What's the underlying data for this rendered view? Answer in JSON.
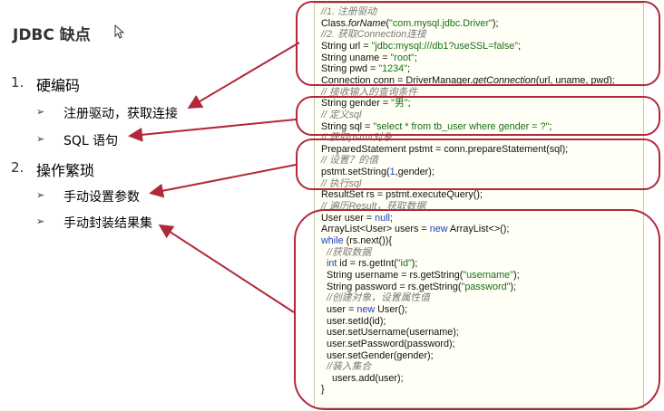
{
  "slide": {
    "title": "JDBC 缺点",
    "outline": [
      {
        "num": "1.",
        "label": "硬编码",
        "children": [
          "注册驱动，获取连接",
          "SQL 语句"
        ]
      },
      {
        "num": "2.",
        "label": "操作繁琐",
        "children": [
          "手动设置参数",
          "手动封装结果集"
        ]
      }
    ],
    "bullet_symbol": "➢"
  },
  "code": {
    "lines": [
      [
        {
          "t": "//1. 注册驱动",
          "c": "comment"
        }
      ],
      [
        {
          "t": "Class."
        },
        {
          "t": "forName",
          "c": "it"
        },
        {
          "t": "("
        },
        {
          "t": "\"com.mysql.jdbc.Driver\"",
          "c": "str"
        },
        {
          "t": ");"
        }
      ],
      [
        {
          "t": "//2. 获取Connection连接",
          "c": "comment"
        }
      ],
      [
        {
          "t": "String url = "
        },
        {
          "t": "\"jdbc:mysql:///db1?useSSL=false\"",
          "c": "str"
        },
        {
          "t": ";"
        }
      ],
      [
        {
          "t": "String uname = "
        },
        {
          "t": "\"root\"",
          "c": "str"
        },
        {
          "t": ";"
        }
      ],
      [
        {
          "t": "String pwd = "
        },
        {
          "t": "\"1234\"",
          "c": "str"
        },
        {
          "t": ";"
        }
      ],
      [
        {
          "t": "Connection conn = DriverManager."
        },
        {
          "t": "getConnection",
          "c": "it"
        },
        {
          "t": "(url, uname, pwd);"
        }
      ],
      [
        {
          "t": "// 接收输入的查询条件",
          "c": "comment"
        }
      ],
      [
        {
          "t": "String gender = "
        },
        {
          "t": "\"男\"",
          "c": "str"
        },
        {
          "t": ";"
        }
      ],
      [
        {
          "t": "// 定义sql",
          "c": "comment"
        }
      ],
      [
        {
          "t": "String sql = "
        },
        {
          "t": "\"select * from tb_user where gender = ?\"",
          "c": "str"
        },
        {
          "t": ";"
        }
      ],
      [
        {
          "t": "// 获取pstmt对象",
          "c": "comment"
        }
      ],
      [
        {
          "t": "PreparedStatement pstmt = conn.prepareStatement(sql);"
        }
      ],
      [
        {
          "t": "// 设置？的值",
          "c": "comment"
        }
      ],
      [
        {
          "t": "pstmt.setString("
        },
        {
          "t": "1",
          "c": "kw"
        },
        {
          "t": ",gender);"
        }
      ],
      [
        {
          "t": "// 执行sql",
          "c": "comment"
        }
      ],
      [
        {
          "t": "ResultSet rs = pstmt.executeQuery();"
        }
      ],
      [
        {
          "t": "// 遍历Result，获取数据",
          "c": "comment"
        }
      ],
      [
        {
          "t": "User user = "
        },
        {
          "t": "null",
          "c": "kw"
        },
        {
          "t": ";"
        }
      ],
      [
        {
          "t": "ArrayList<User> users = "
        },
        {
          "t": "new",
          "c": "kw"
        },
        {
          "t": " ArrayList<>();"
        }
      ],
      [
        {
          "t": "while",
          "c": "kw"
        },
        {
          "t": " (rs.next()){"
        }
      ],
      [
        {
          "t": "  //获取数据",
          "c": "comment"
        }
      ],
      [
        {
          "t": "  "
        },
        {
          "t": "int",
          "c": "kw"
        },
        {
          "t": " id = rs.getInt("
        },
        {
          "t": "\"id\"",
          "c": "str"
        },
        {
          "t": ");"
        }
      ],
      [
        {
          "t": "  String username = rs.getString("
        },
        {
          "t": "\"username\"",
          "c": "str"
        },
        {
          "t": ");"
        }
      ],
      [
        {
          "t": "  String password = rs.getString("
        },
        {
          "t": "\"password\"",
          "c": "str"
        },
        {
          "t": ");"
        }
      ],
      [
        {
          "t": "  //创建对象，设置属性值",
          "c": "comment"
        }
      ],
      [
        {
          "t": "  user = "
        },
        {
          "t": "new",
          "c": "kw"
        },
        {
          "t": " User();"
        }
      ],
      [
        {
          "t": "  user.setId(id);"
        }
      ],
      [
        {
          "t": "  user.setUsername(username);"
        }
      ],
      [
        {
          "t": "  user.setPassword(password);"
        }
      ],
      [
        {
          "t": "  user.setGender(gender);"
        }
      ],
      [
        {
          "t": "  //装入集合",
          "c": "comment"
        }
      ],
      [
        {
          "t": "    users.add(user);"
        }
      ],
      [
        {
          "t": "}"
        }
      ]
    ]
  },
  "colors": {
    "highlight": "#b2283a",
    "comment": "#7a7a7a",
    "keyword": "#1c3fbf",
    "string": "#157015"
  },
  "icons": [
    "cursor-icon",
    "bullet-arrow-icon"
  ]
}
